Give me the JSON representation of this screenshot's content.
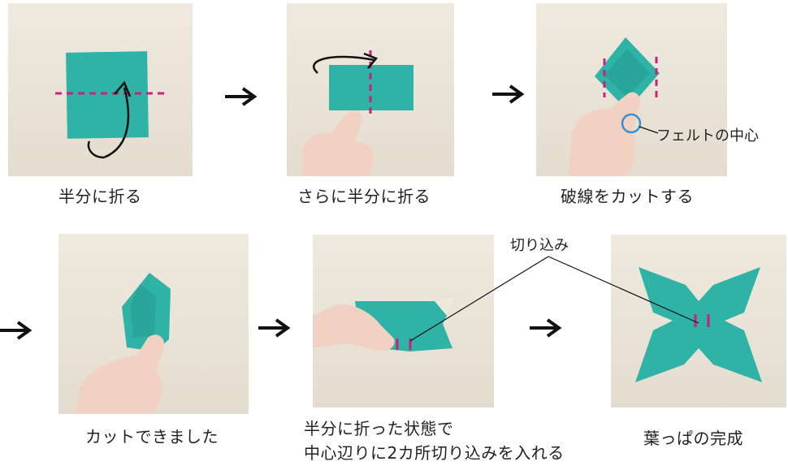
{
  "steps": [
    {
      "caption": "半分に折る"
    },
    {
      "caption": "さらに半分に折る"
    },
    {
      "caption": "破線をカットする",
      "annotation": "フェルトの中心"
    },
    {
      "caption": "カットできました"
    },
    {
      "caption_lines": [
        "半分に折った状態で",
        "中心辺りに2カ所切り込みを入れる"
      ],
      "annotation": "切り込み"
    },
    {
      "caption": "葉っぱの完成"
    }
  ],
  "colors": {
    "felt": "#2fb3a6",
    "felt_shadow": "#24998e",
    "dash": "#c8237a",
    "circle": "#3a8fd6",
    "skin": "#f1d2c2",
    "table": "#ece5da"
  }
}
